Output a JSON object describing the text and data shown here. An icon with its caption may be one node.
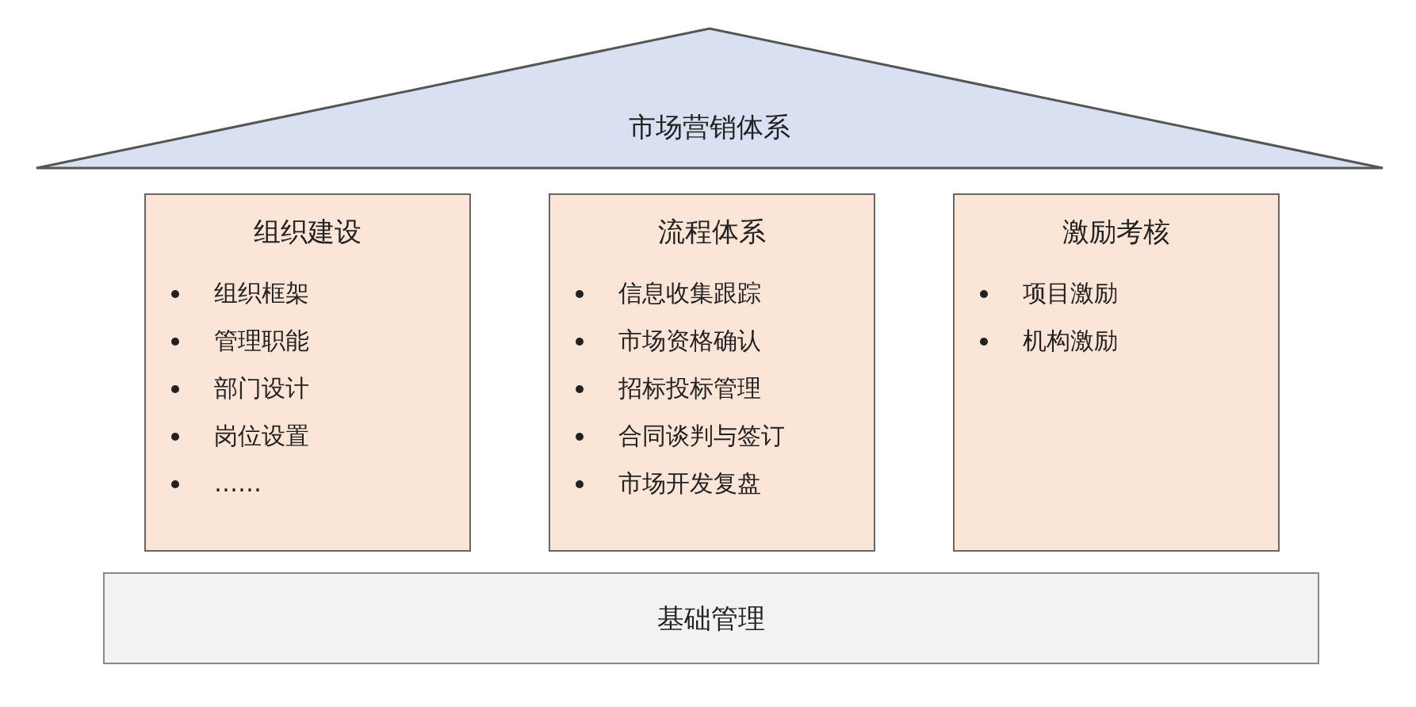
{
  "diagram": {
    "nodes": [
      {
        "text": [
          "市场营销体系"
        ]
      },
      {
        "text": [
          "组织建设",
          "组织框架",
          "管理职能",
          "部门设计",
          "岗位设置",
          "……"
        ]
      },
      {
        "text": [
          "流程体系",
          "信息收集跟踪",
          "市场资格确认",
          "招标投标管理",
          "合同谈判与签订",
          "市场开发复盘"
        ]
      },
      {
        "text": [
          "激励考核",
          "项目激励",
          "机构激励"
        ]
      },
      {
        "text": [
          "基础管理"
        ]
      }
    ]
  }
}
